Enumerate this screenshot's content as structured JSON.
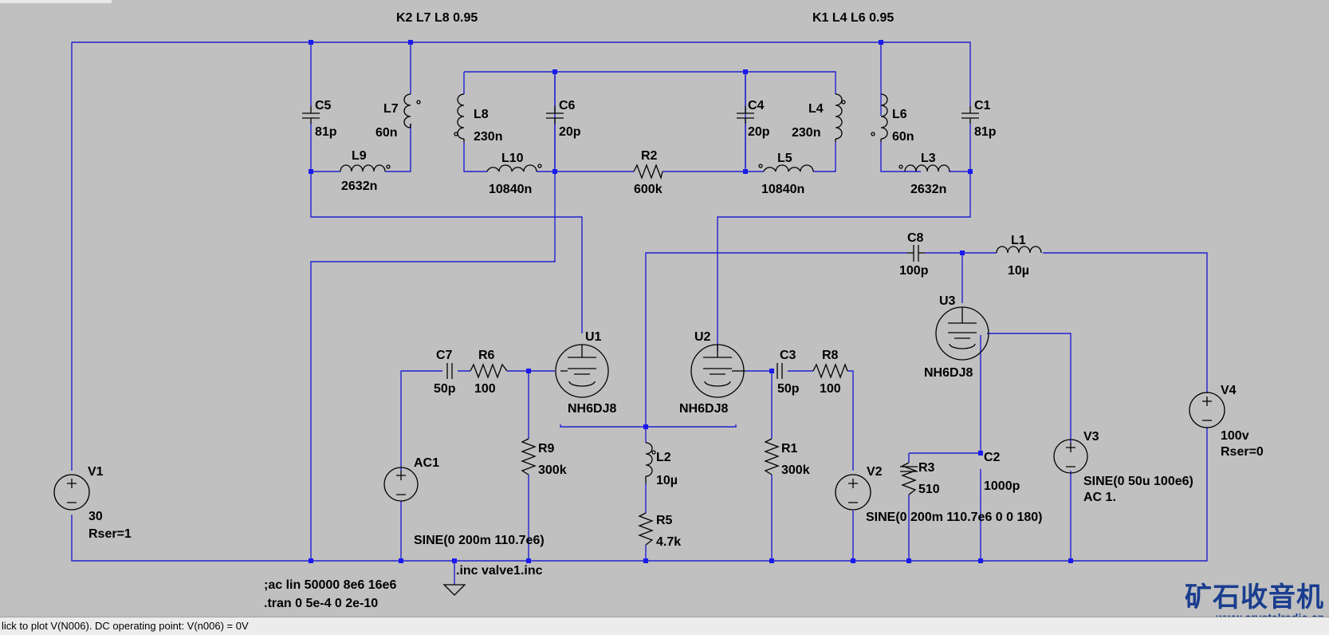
{
  "schematic": {
    "couplings": {
      "left": "K2 L7 L8 0.95",
      "right": "K1 L4 L6 0.95"
    },
    "components": {
      "C5": {
        "name": "C5",
        "value": "81p"
      },
      "L7": {
        "name": "L7",
        "value": "60n"
      },
      "L9": {
        "name": "L9",
        "value": "2632n"
      },
      "L8": {
        "name": "L8",
        "value": "230n"
      },
      "L10": {
        "name": "L10",
        "value": "10840n"
      },
      "C6": {
        "name": "C6",
        "value": "20p"
      },
      "R2": {
        "name": "R2",
        "value": "600k"
      },
      "C4": {
        "name": "C4",
        "value": "20p"
      },
      "L4": {
        "name": "L4",
        "value": "230n"
      },
      "L5": {
        "name": "L5",
        "value": "10840n"
      },
      "L6": {
        "name": "L6",
        "value": "60n"
      },
      "C1": {
        "name": "C1",
        "value": "81p"
      },
      "L3": {
        "name": "L3",
        "value": "2632n"
      },
      "C8": {
        "name": "C8",
        "value": "100p"
      },
      "L1": {
        "name": "L1",
        "value": "10µ"
      },
      "U1": {
        "name": "U1",
        "value": "NH6DJ8"
      },
      "U2": {
        "name": "U2",
        "value": "NH6DJ8"
      },
      "U3": {
        "name": "U3",
        "value": "NH6DJ8"
      },
      "C7": {
        "name": "C7",
        "value": "50p"
      },
      "R6": {
        "name": "R6",
        "value": "100"
      },
      "C3": {
        "name": "C3",
        "value": "50p"
      },
      "R8": {
        "name": "R8",
        "value": "100"
      },
      "R9": {
        "name": "R9",
        "value": "300k"
      },
      "R1": {
        "name": "R1",
        "value": "300k"
      },
      "L2": {
        "name": "L2",
        "value": "10µ"
      },
      "R5": {
        "name": "R5",
        "value": "4.7k"
      },
      "R3": {
        "name": "R3",
        "value": "510"
      },
      "C2": {
        "name": "C2",
        "value": "1000p"
      },
      "V1": {
        "name": "V1",
        "value": "30",
        "extra": "Rser=1"
      },
      "AC1": {
        "name": "AC1",
        "value": "SINE(0 200m 110.7e6)"
      },
      "V2": {
        "name": "V2",
        "value": "SINE(0 200m 110.7e6 0 0 180)"
      },
      "V3": {
        "name": "V3",
        "value": "SINE(0 50u 100e6)",
        "extra": "AC 1."
      },
      "V4": {
        "name": "V4",
        "value": "100v",
        "extra": "Rser=0"
      }
    },
    "directives": {
      "inc": ".inc valve1.inc",
      "ac": ";ac lin 50000 8e6 16e6",
      "tran": ".tran 0 5e-4 0 2e-10"
    }
  },
  "status_bar": {
    "text": "lick to plot V(N006).  DC operating point: V(n006) = 0V"
  },
  "watermark": {
    "chinese": "矿石收音机",
    "url": "www.crystalradio.cn"
  }
}
